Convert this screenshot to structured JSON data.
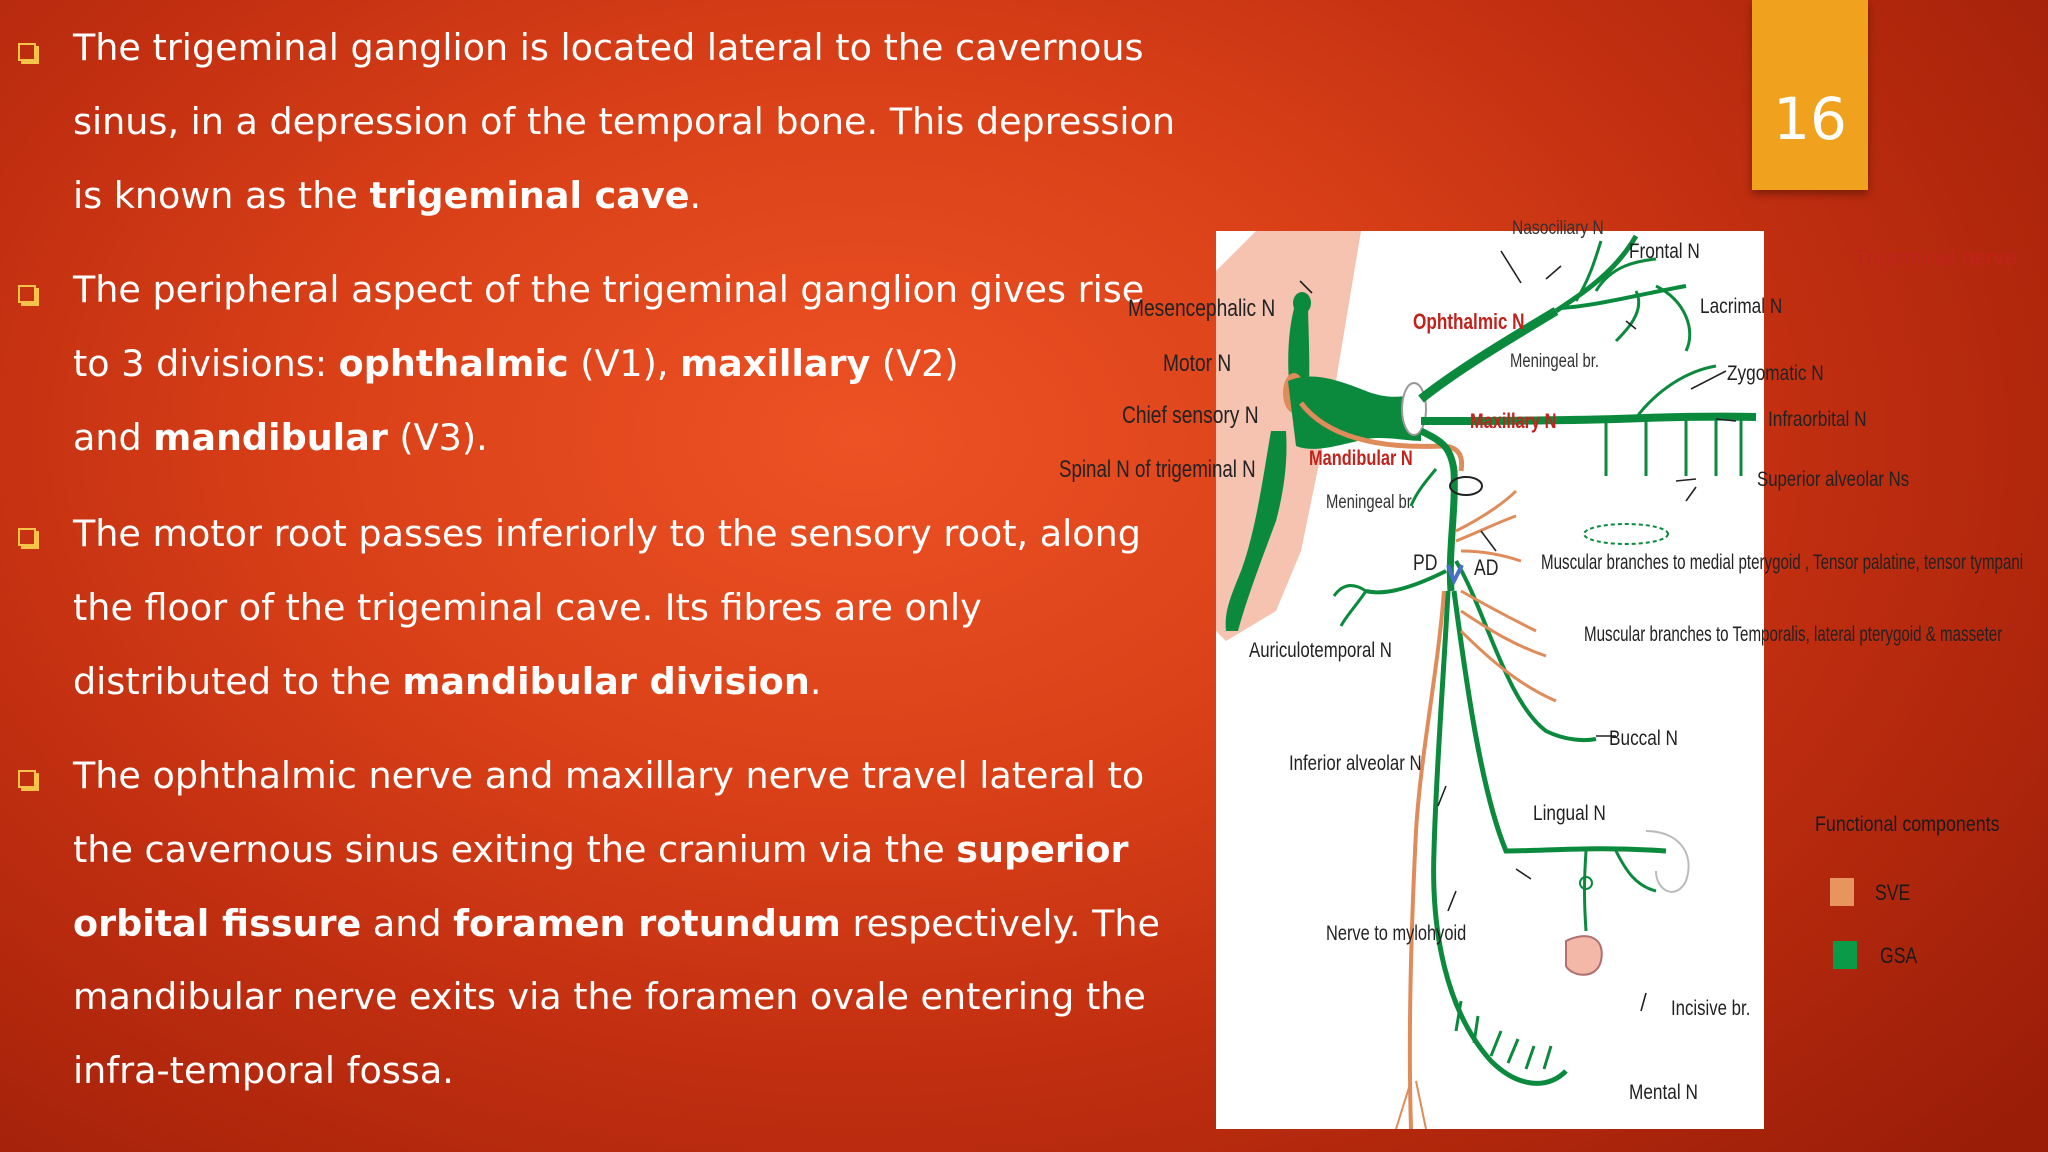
{
  "slide": {
    "number": "16",
    "accent_color": "#f0a21f"
  },
  "bullets": [
    {
      "lines": [
        [
          {
            "t": " The trigeminal ganglion is located lateral to the cavernous"
          }
        ],
        [
          {
            "t": "sinus, in a depression of the temporal bone. This depression"
          }
        ],
        [
          {
            "t": "is known as the "
          },
          {
            "t": "trigeminal cave",
            "b": true
          },
          {
            "t": "."
          }
        ]
      ]
    },
    {
      "lines": [
        [
          {
            "t": "The peripheral aspect of the trigeminal ganglion gives rise"
          }
        ],
        [
          {
            "t": "to 3 divisions: "
          },
          {
            "t": "ophthalmic",
            "b": true
          },
          {
            "t": " (V1), "
          },
          {
            "t": "maxillary",
            "b": true
          },
          {
            "t": " (V2)"
          }
        ],
        [
          {
            "t": "and "
          },
          {
            "t": "mandibular",
            "b": true
          },
          {
            "t": " (V3)."
          }
        ]
      ]
    },
    {
      "lines": [
        [
          {
            "t": "The motor root passes inferiorly to the sensory root, along"
          }
        ],
        [
          {
            "t": "the floor of the trigeminal cave. Its fibres are only"
          }
        ],
        [
          {
            "t": "distributed to the "
          },
          {
            "t": "mandibular division",
            "b": true
          },
          {
            "t": "."
          }
        ]
      ]
    },
    {
      "lines": [
        [
          {
            "t": "The ophthalmic nerve and maxillary nerve travel lateral to"
          }
        ],
        [
          {
            "t": "the cavernous sinus exiting the cranium via the "
          },
          {
            "t": "superior",
            "b": true
          }
        ],
        [
          {
            "t": "orbital fissure",
            "b": true
          },
          {
            "t": " and "
          },
          {
            "t": "foramen rotundum",
            "b": true
          },
          {
            "t": " respectively. The"
          }
        ],
        [
          {
            "t": "mandibular nerve exits via the foramen ovale entering the"
          }
        ],
        [
          {
            "t": "infra-temporal fossa."
          }
        ]
      ]
    }
  ],
  "figure": {
    "caption": "Trigeminal nerve",
    "labels": {
      "nasociliary": "Nasociliary N",
      "frontal": "Frontal N",
      "lacrimal": "Lacrimal N",
      "mesencephalic": "Mesencephalic N",
      "ophthalmic": "Ophthalmic N",
      "motor": "Motor N",
      "meningeal_br": "Meningeal br.",
      "zygomatic": "Zygomatic N",
      "chief_sensory": "Chief sensory N",
      "maxillary": "Maxillary N",
      "infraorbital": "Infraorbital N",
      "spinal": "Spinal N of trigeminal N",
      "mandibular": "Mandibular N",
      "meningeal_br2": "Meningeal br.",
      "superior_alveolar": "Superior alveolar Ns",
      "pd": "PD",
      "ad": "AD",
      "muscular_medial": "Muscular branches to medial pterygoid , Tensor palatine, tensor tympani",
      "auriculotemporal": "Auriculotemporal N",
      "muscular_temporalis": "Muscular branches to Temporalis, lateral pterygoid & masseter",
      "buccal": "Buccal N",
      "inferior_alveolar": "Inferior alveolar N",
      "lingual": "Lingual N",
      "mylohyoid": "Nerve to mylohyoid",
      "incisive": "Incisive br.",
      "mental": "Mental N"
    },
    "legend": {
      "title": "Functional components",
      "items": [
        {
          "label": "SVE",
          "color": "#e8945e"
        },
        {
          "label": "GSA",
          "color": "#0b9b48"
        }
      ]
    },
    "colors": {
      "gsa_green": "#0b8a3e",
      "sve_orange": "#e08b5a",
      "skin": "#f4c5b4",
      "red_label": "#c2221c"
    }
  }
}
